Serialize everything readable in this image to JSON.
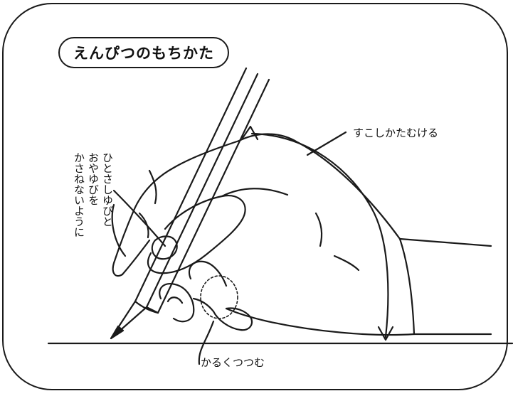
{
  "title": "えんぴつのもちかた",
  "labels": {
    "tilt": "すこしかたむける",
    "grip": "かるくつつむ",
    "fingers_col1": "ひとさしゆびと",
    "fingers_col2": "おやゆびを",
    "fingers_col3": "かさねないように"
  }
}
